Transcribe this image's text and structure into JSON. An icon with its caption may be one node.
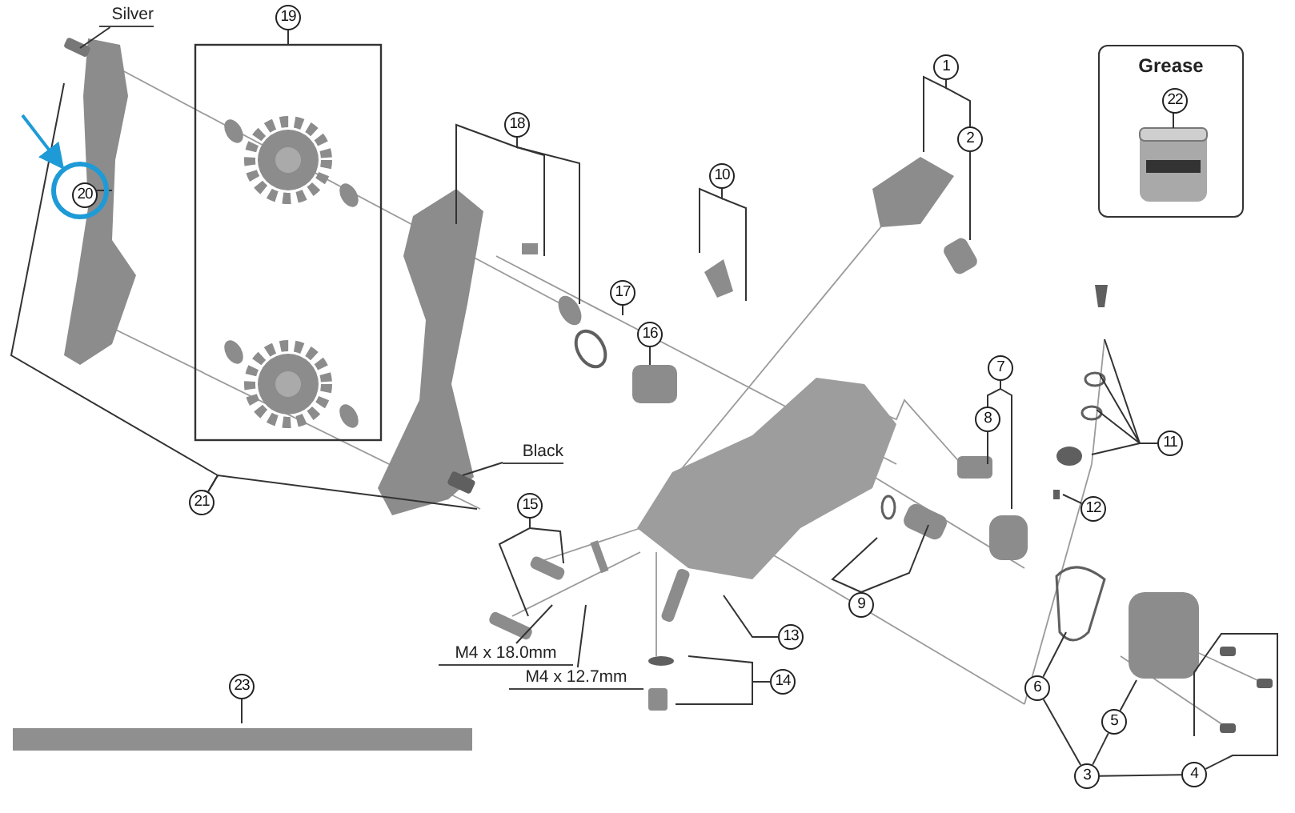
{
  "diagram": {
    "nodes": [
      {
        "text": [
          "Silver"
        ]
      },
      {
        "text": [
          "19"
        ]
      },
      {
        "text": [
          "1"
        ]
      },
      {
        "text": [
          "Grease"
        ]
      },
      {
        "text": [
          "22"
        ],
        "in": 3
      },
      {
        "text": [
          "2"
        ]
      },
      {
        "text": [
          "18"
        ]
      },
      {
        "text": [],
        "shape": "circle"
      },
      {
        "text": [
          "20"
        ],
        "in": 7
      },
      {
        "text": [
          "10"
        ]
      },
      {
        "text": [
          "17"
        ]
      },
      {
        "text": [
          "16"
        ]
      },
      {
        "text": [
          "7"
        ]
      },
      {
        "text": [
          "8"
        ]
      },
      {
        "text": [
          "11"
        ]
      },
      {
        "text": [
          "Black"
        ]
      },
      {
        "text": [
          "21"
        ]
      },
      {
        "text": [
          "15"
        ]
      },
      {
        "text": [
          "12"
        ]
      },
      {
        "text": [
          "9"
        ]
      },
      {
        "text": [
          "13"
        ]
      },
      {
        "text": [
          "M4 x 18.0mm"
        ]
      },
      {
        "text": [
          "14"
        ]
      },
      {
        "text": [
          "M4 x 12.7mm"
        ]
      },
      {
        "text": [
          "6"
        ]
      },
      {
        "text": [
          "23"
        ]
      },
      {
        "text": [
          "5"
        ]
      },
      {
        "text": [
          "3"
        ]
      },
      {
        "text": [
          "4"
        ]
      }
    ],
    "edges": [
      {
        "from": 0,
        "to": null,
        "arrow": "none"
      },
      {
        "from": 1,
        "to": null,
        "arrow": "none"
      },
      {
        "from": 2,
        "to": 5,
        "arrow": "none"
      },
      {
        "from": 2,
        "to": null,
        "arrow": "none"
      },
      {
        "from": 5,
        "to": null,
        "arrow": "none"
      },
      {
        "from": 6,
        "to": null,
        "arrow": "none"
      },
      {
        "from": 6,
        "to": null,
        "arrow": "none"
      },
      {
        "from": 6,
        "to": null,
        "arrow": "none"
      },
      {
        "from": 8,
        "to": null,
        "arrow": "none"
      },
      {
        "from": 9,
        "to": null,
        "arrow": "none"
      },
      {
        "from": 9,
        "to": null,
        "arrow": "none"
      },
      {
        "from": 10,
        "to": null,
        "arrow": "none"
      },
      {
        "from": 11,
        "to": null,
        "arrow": "none"
      },
      {
        "from": 12,
        "to": 13,
        "arrow": "none"
      },
      {
        "from": 12,
        "to": null,
        "arrow": "none"
      },
      {
        "from": 13,
        "to": null,
        "arrow": "none"
      },
      {
        "from": 14,
        "to": null,
        "arrow": "none"
      },
      {
        "from": 14,
        "to": null,
        "arrow": "none"
      },
      {
        "from": 14,
        "to": null,
        "arrow": "none"
      },
      {
        "from": 14,
        "to": null,
        "arrow": "none"
      },
      {
        "from": 15,
        "to": null,
        "arrow": "none"
      },
      {
        "from": 16,
        "to": null,
        "arrow": "none"
      },
      {
        "from": 16,
        "to": null,
        "arrow": "none"
      },
      {
        "from": 17,
        "to": null,
        "arrow": "none"
      },
      {
        "from": 17,
        "to": null,
        "arrow": "none"
      },
      {
        "from": 18,
        "to": null,
        "arrow": "none"
      },
      {
        "from": 19,
        "to": null,
        "arrow": "none"
      },
      {
        "from": 19,
        "to": null,
        "arrow": "none"
      },
      {
        "from": 20,
        "to": null,
        "arrow": "none"
      },
      {
        "from": 21,
        "to": null,
        "arrow": "none"
      },
      {
        "from": 22,
        "to": null,
        "arrow": "none"
      },
      {
        "from": 22,
        "to": null,
        "arrow": "none"
      },
      {
        "from": 23,
        "to": null,
        "arrow": "none"
      },
      {
        "from": 24,
        "to": null,
        "arrow": "none"
      },
      {
        "from": 26,
        "to": null,
        "arrow": "none"
      },
      {
        "from": 27,
        "to": 26,
        "arrow": "none"
      },
      {
        "from": 27,
        "to": 24,
        "arrow": "none"
      },
      {
        "from": 28,
        "to": null,
        "arrow": "none"
      },
      {
        "from": 27,
        "to": 28,
        "arrow": "none"
      },
      {
        "from": 4,
        "to": null,
        "arrow": "none"
      },
      {
        "from": 25,
        "to": null,
        "arrow": "none"
      },
      {
        "from": null,
        "to": 7,
        "arrow": "to",
        "color": "#1e9bd7"
      }
    ]
  }
}
